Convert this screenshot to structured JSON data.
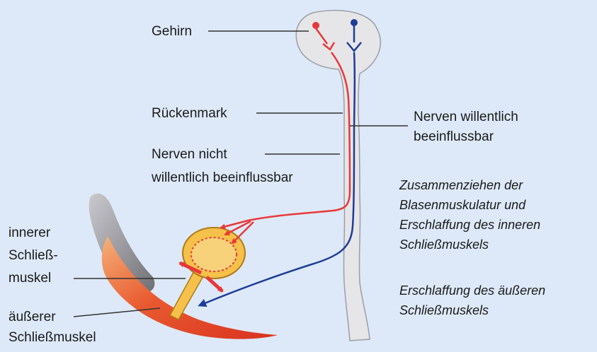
{
  "labels": {
    "brain": "Gehirn",
    "spinal_cord": "Rückenmark",
    "voluntary_nerves_line1": "Nerven willentlich",
    "voluntary_nerves_line2": "beeinflussbar",
    "involuntary_nerves_line1": "Nerven nicht",
    "involuntary_nerves_line2": "willentlich beeinflussbar",
    "inner_sphincter_line1": "innerer",
    "inner_sphincter_line2": "Schließ-",
    "inner_sphincter_line3": "muskel",
    "outer_sphincter_line1": "äußerer",
    "outer_sphincter_line2": "Schließmuskel"
  },
  "descriptions": {
    "contraction_line1": "Zusammenziehen der",
    "contraction_line2": "Blasenmuskulatur und",
    "contraction_line3": "Erschlaffung des inneren",
    "contraction_line4": "Schließmuskels",
    "relaxation_line1": "Erschlaffung des äußeren",
    "relaxation_line2": "Schließmuskels"
  },
  "colors": {
    "background": "#dde9f8",
    "body_gray": "#e6e6e8",
    "body_outline": "#9a9ea6",
    "involuntary_nerve": "#e8383a",
    "voluntary_nerve": "#1f3c99",
    "bladder_fill": "#f6c14a",
    "bladder_inner": "#f7d27a",
    "muscle_red": "#e0412c",
    "muscle_dark": "#8d8d93"
  }
}
